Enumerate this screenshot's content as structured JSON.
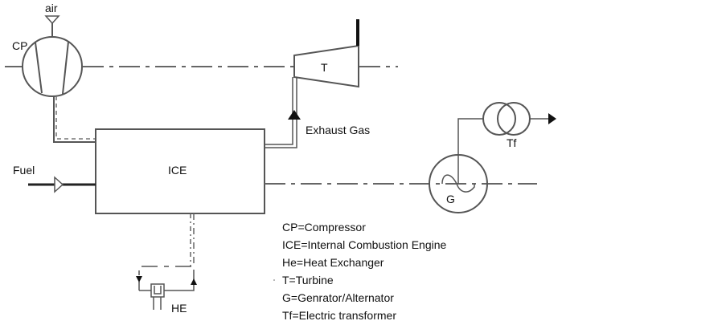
{
  "diagram": {
    "components": {
      "compressor": {
        "label": "CP",
        "inlet_label": "air"
      },
      "turbine": {
        "label": "T"
      },
      "engine": {
        "label": "ICE"
      },
      "fuel": {
        "label": "Fuel"
      },
      "exhaust": {
        "label": "Exhaust Gas"
      },
      "generator": {
        "label": "G"
      },
      "transformer": {
        "label": "Tf"
      },
      "heat_exchanger": {
        "label": "HE"
      }
    },
    "legend": [
      "CP=Compressor",
      "ICE=Internal Combustion Engine",
      "He=Heat Exchanger",
      "T=Turbine",
      "G=Genrator/Alternator",
      "Tf=Electric transformer"
    ]
  }
}
